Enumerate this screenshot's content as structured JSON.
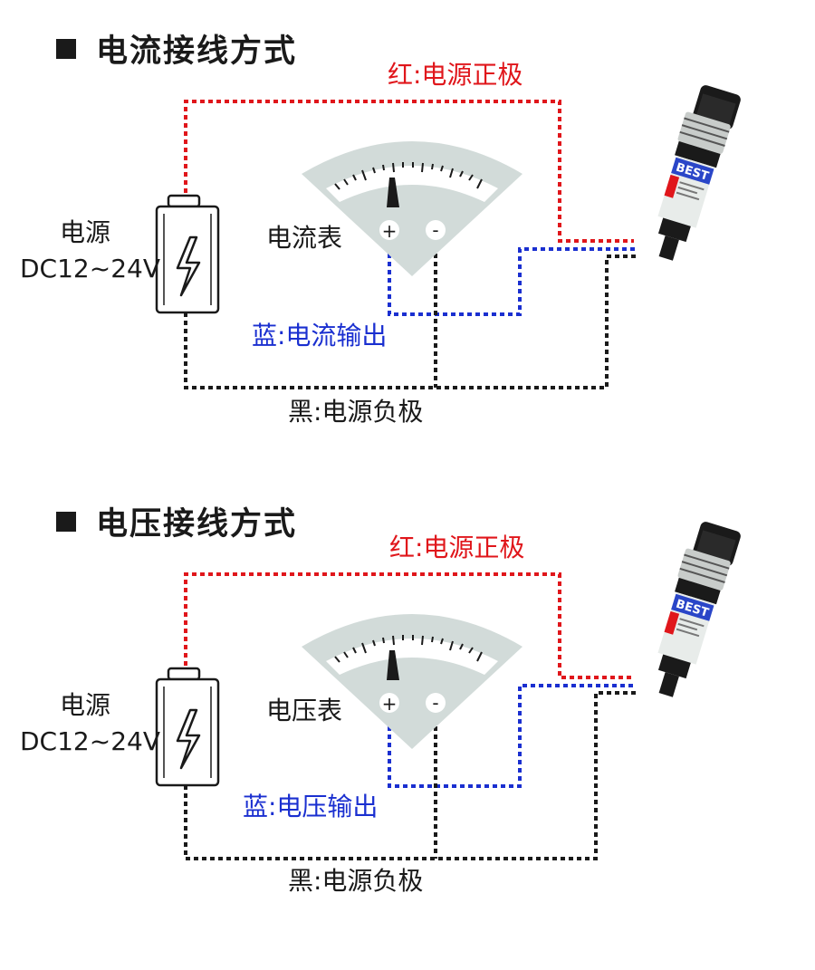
{
  "sections": [
    {
      "id": "current",
      "title": "电流接线方式",
      "positive_label": "红:电源正极",
      "output_label": "蓝:电流输出",
      "negative_label": "黑:电源负极",
      "psu_label_line1": "电源",
      "psu_label_line2": "DC12~24V",
      "meter_label": "电流表",
      "meter_plus": "+",
      "meter_minus": "-"
    },
    {
      "id": "voltage",
      "title": "电压接线方式",
      "positive_label": "红:电源正极",
      "output_label": "蓝:电压输出",
      "negative_label": "黑:电源负极",
      "psu_label_line1": "电源",
      "psu_label_line2": "DC12~24V",
      "meter_label": "电压表",
      "meter_plus": "+",
      "meter_minus": "-"
    }
  ],
  "sensor": {
    "brand": "BEST"
  },
  "colors": {
    "red_wire": "#e0161b",
    "blue_wire": "#1a2fd0",
    "black_wire": "#1a1a1a",
    "meter_face": "#d2dbd9"
  }
}
